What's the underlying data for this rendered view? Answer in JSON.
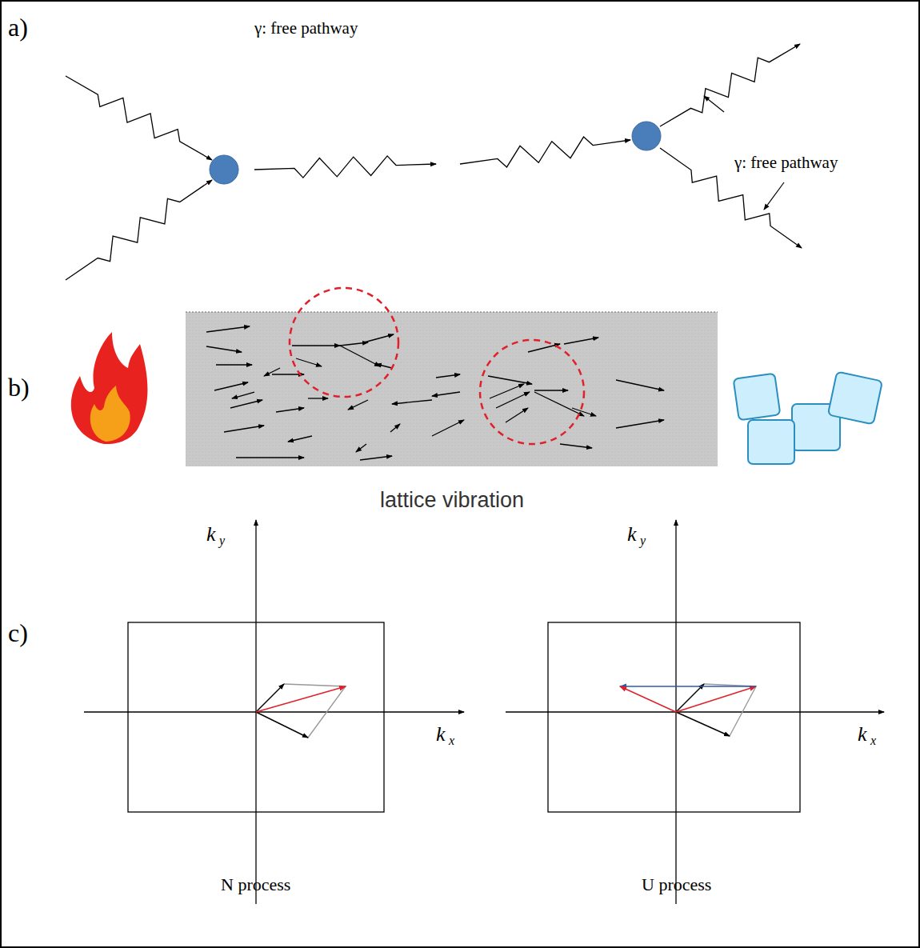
{
  "diagram": {
    "labels": [
      "a)",
      "b)",
      "c)",
      "γ: free pathway",
      "γ: free pathway",
      "lattice vibration",
      "k",
      "y",
      "k",
      "x",
      "N process",
      "k",
      "y",
      "k",
      "x",
      "U process"
    ]
  }
}
